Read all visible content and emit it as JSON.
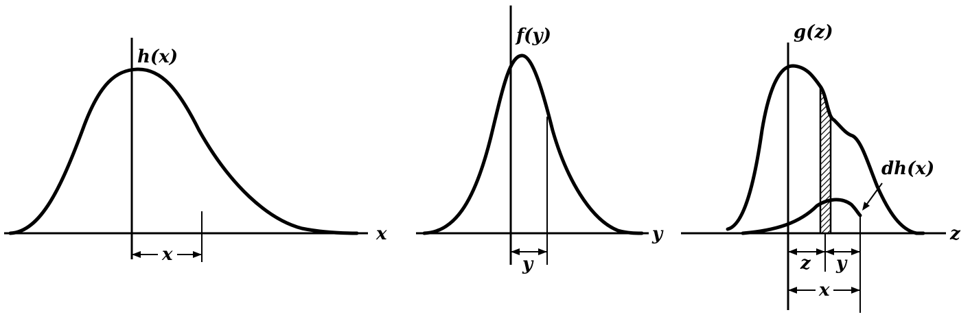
{
  "panels": [
    {
      "id": "h",
      "function_label": "h(x)",
      "axis_label": "x",
      "interval_label": "x"
    },
    {
      "id": "f",
      "function_label": "f(y)",
      "axis_label": "y",
      "interval_label": "y"
    },
    {
      "id": "g",
      "function_label": "g(z)",
      "axis_label": "z",
      "interval_labels": [
        "z",
        "y",
        "x"
      ],
      "annotation": "dh(x)"
    }
  ]
}
